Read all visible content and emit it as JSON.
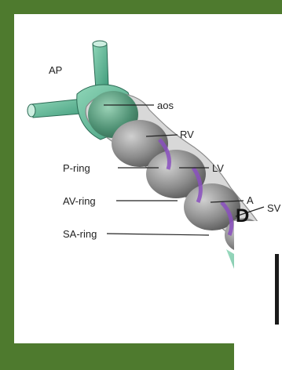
{
  "labels": {
    "ap": "AP",
    "aos": "aos",
    "rv": "RV",
    "p_ring": "P-ring",
    "lv": "LV",
    "av_ring": "AV-ring",
    "a": "A",
    "sv": "SV",
    "sa_ring": "SA-ring"
  },
  "panel_letter": "D",
  "colors": {
    "frame_green": "#4e7a2e",
    "tissue_teal": "#6fc3a2",
    "tissue_teal_dark": "#3f9a7a",
    "chamber_gray": "#9a9a9a",
    "ring_purple": "#8a4fc0"
  }
}
